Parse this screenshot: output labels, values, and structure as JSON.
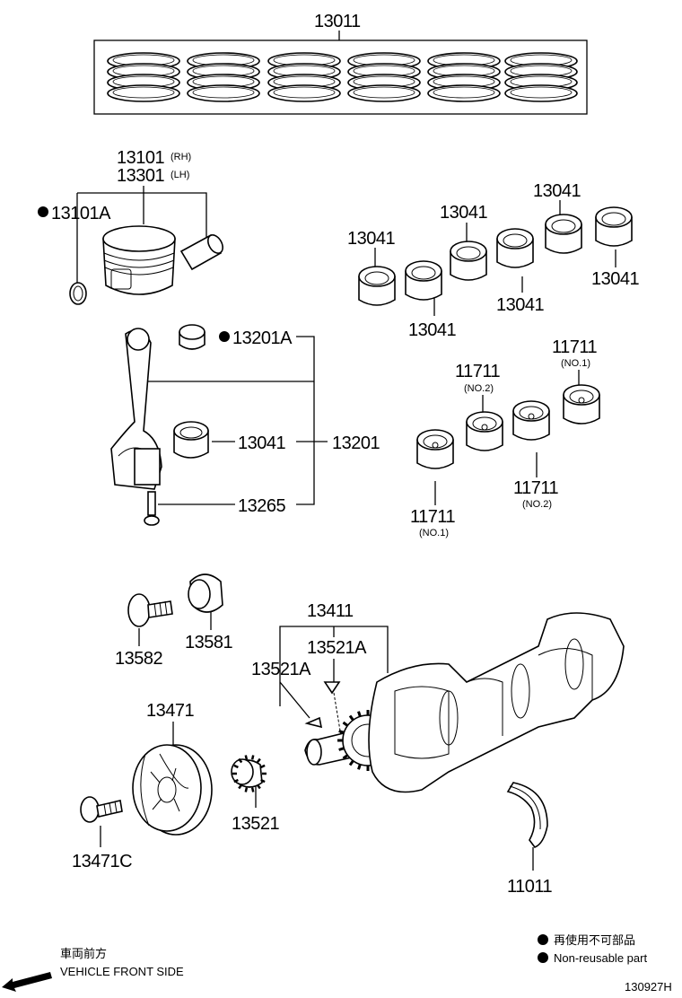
{
  "labels": {
    "p13011": "13011",
    "p13101": "13101",
    "p13101_sub": "(RH)",
    "p13301": "13301",
    "p13301_sub": "(LH)",
    "p13101A": "13101A",
    "p13201A": "13201A",
    "p13201": "13201",
    "p13265": "13265",
    "p13041_rod": "13041",
    "bearings_13041": [
      "13041",
      "13041",
      "13041",
      "13041",
      "13041",
      "13041"
    ],
    "p11711_a": "11711",
    "p11711_a_sub": "(NO.1)",
    "p11711_b": "11711",
    "p11711_b_sub": "(NO.2)",
    "p11711_c": "11711",
    "p11711_c_sub": "(NO.2)",
    "p11711_d": "11711",
    "p11711_d_sub": "(NO.1)",
    "p13582": "13582",
    "p13581": "13581",
    "p13411": "13411",
    "p13521A_r": "13521A",
    "p13521A_l": "13521A",
    "p13471": "13471",
    "p13521": "13521",
    "p13471C": "13471C",
    "p11011": "11011"
  },
  "legend": {
    "marker": "●",
    "jp": "再使用不可部品",
    "en": "Non-reusable part"
  },
  "direction": {
    "jp": "車両前方",
    "en": "VEHICLE FRONT SIDE"
  },
  "diagram_id": "130927H"
}
